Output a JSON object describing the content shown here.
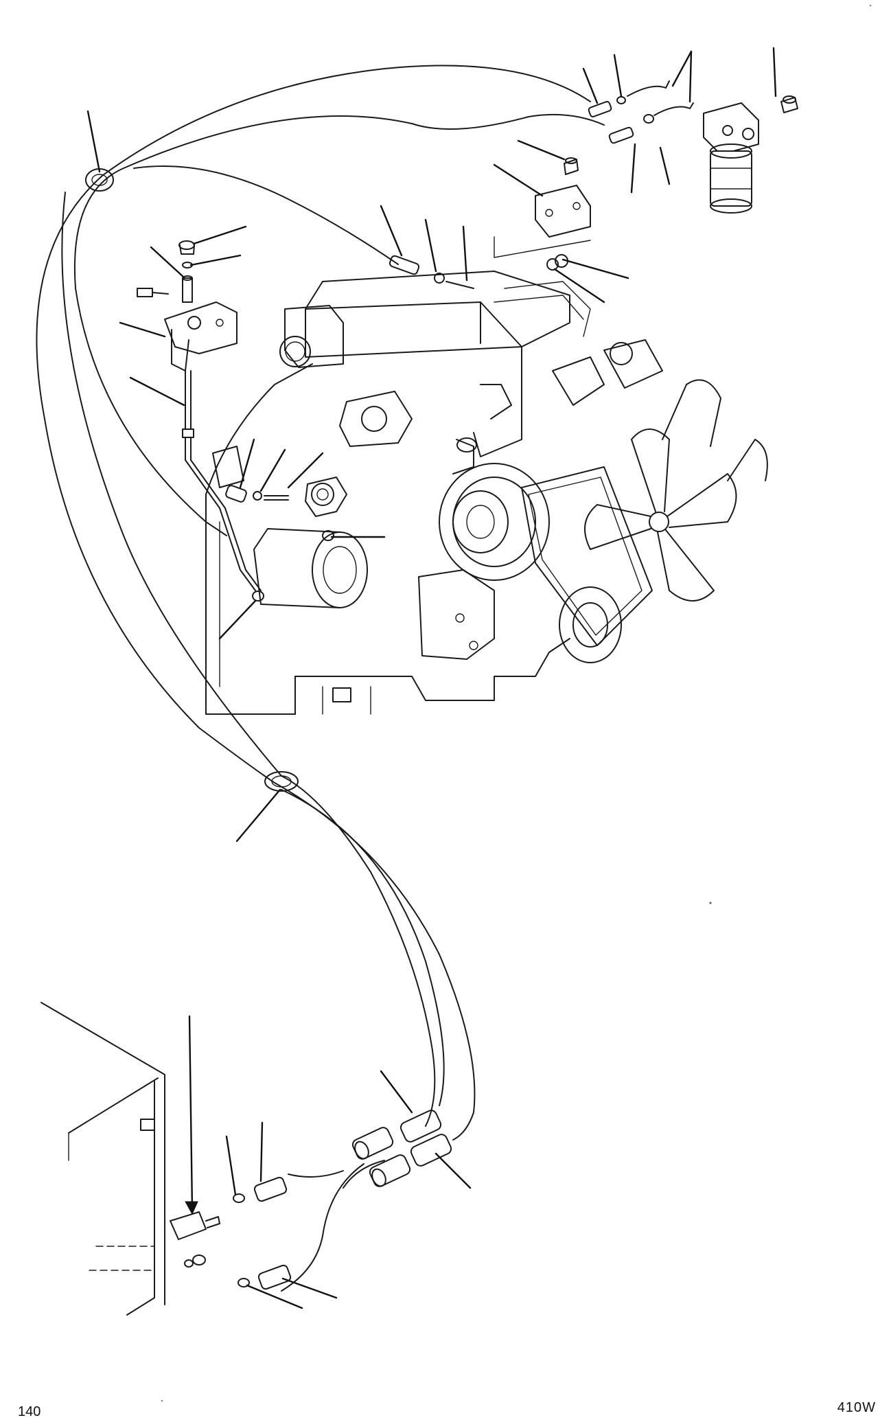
{
  "diagram": {
    "kind": "exploded parts diagram - engine fuel line routing",
    "ref_code": "410W",
    "page_number": "140",
    "colors": {
      "ink": "#1a1a1a",
      "background": "#ffffff",
      "hatch": "#555555"
    }
  }
}
